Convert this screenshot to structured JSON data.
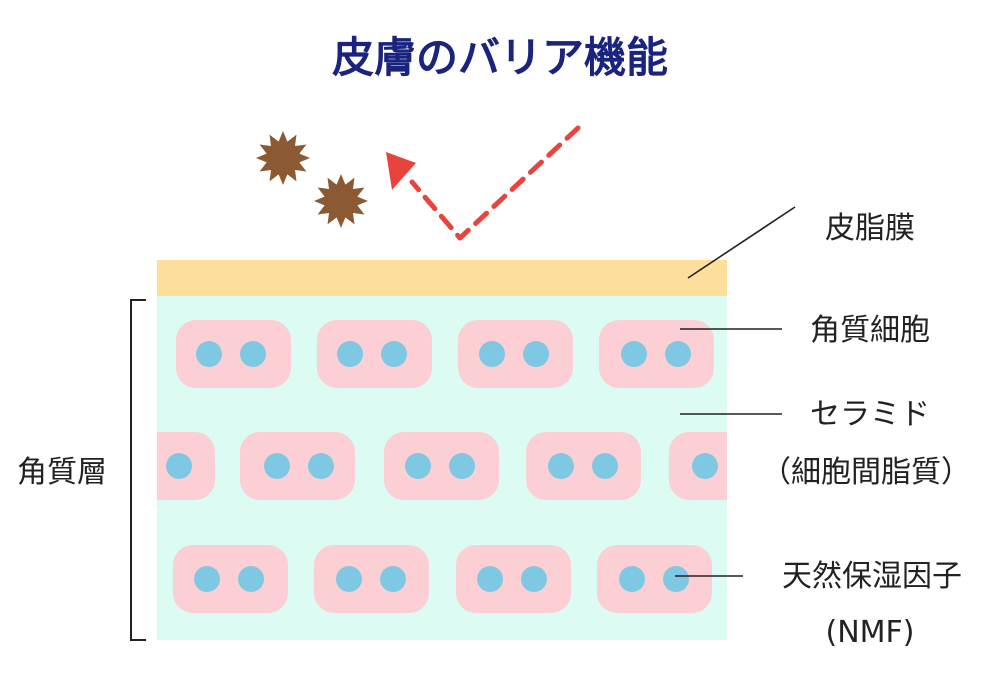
{
  "title": "皮膚のバリア機能",
  "labels": {
    "sebum": "皮脂膜",
    "corneocyte": "角質細胞",
    "ceramide_line1": "セラミド",
    "ceramide_line2": "（細胞間脂質）",
    "nmf_line1": "天然保湿因子",
    "nmf_line2": "(NMF)",
    "stratum_corneum": "角質層"
  },
  "colors": {
    "title": "#1a237e",
    "sebum": "#fddf9b",
    "layer": "#dcfbf3",
    "cell": "#fbcfd3",
    "nucleus": "#7ec8e3",
    "arrow": "#e8433c",
    "particle": "#8b5a33",
    "text": "#222222",
    "line": "#222222"
  },
  "icons": {
    "particle": "irritant-particle-icon",
    "arrow": "reflect-arrow-icon"
  }
}
